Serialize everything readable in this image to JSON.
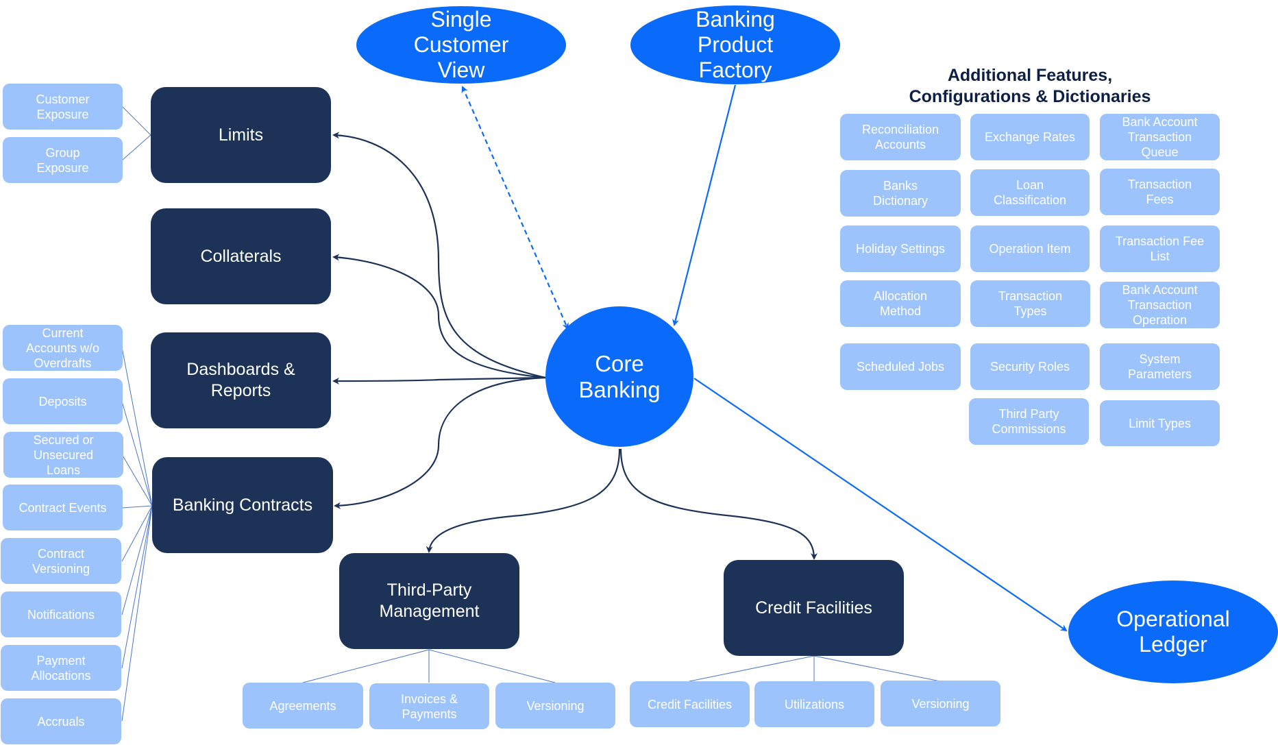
{
  "colors": {
    "dark_node": "#1c3257",
    "light_node": "#9cc3fb",
    "accent_blue": "#0a6af9",
    "connector_dark": "#1c3257",
    "connector_light": "#4a74c9",
    "heading_text": "#0e1f45"
  },
  "core": {
    "label": "Core\nBanking"
  },
  "satellites": {
    "single_customer_view": "Single\nCustomer\nView",
    "banking_product_factory": "Banking\nProduct\nFactory",
    "operational_ledger": "Operational\nLedger"
  },
  "modules": {
    "limits": {
      "label": "Limits",
      "children": [
        "Customer\nExposure",
        "Group\nExposure"
      ]
    },
    "collaterals": {
      "label": "Collaterals"
    },
    "dashboards": {
      "label": "Dashboards &\nReports"
    },
    "banking_contracts": {
      "label": "Banking Contracts",
      "children": [
        "Current\nAccounts w/o\nOverdrafts",
        "Deposits",
        "Secured or\nUnsecured\nLoans",
        "Contract Events",
        "Contract\nVersioning",
        "Notifications",
        "Payment\nAllocations",
        "Accruals"
      ]
    },
    "third_party": {
      "label": "Third-Party\nManagement",
      "children": [
        "Agreements",
        "Invoices &\nPayments",
        "Versioning"
      ]
    },
    "credit_facilities": {
      "label": "Credit Facilities",
      "children": [
        "Credit Facilities",
        "Utilizations",
        "Versioning"
      ]
    }
  },
  "additional": {
    "heading": "Additional Features,\nConfigurations & Dictionaries",
    "items": [
      "Reconciliation\nAccounts",
      "Exchange Rates",
      "Bank Account\nTransaction\nQueue",
      "Banks\nDictionary",
      "Loan\nClassification",
      "Transaction\nFees",
      "Holiday Settings",
      "Operation Item",
      "Transaction Fee\nList",
      "Allocation\nMethod",
      "Transaction\nTypes",
      "Bank Account\nTransaction\nOperation",
      "Scheduled Jobs",
      "Security Roles",
      "System\nParameters",
      "Third Party\nCommissions",
      "Limit Types"
    ]
  }
}
